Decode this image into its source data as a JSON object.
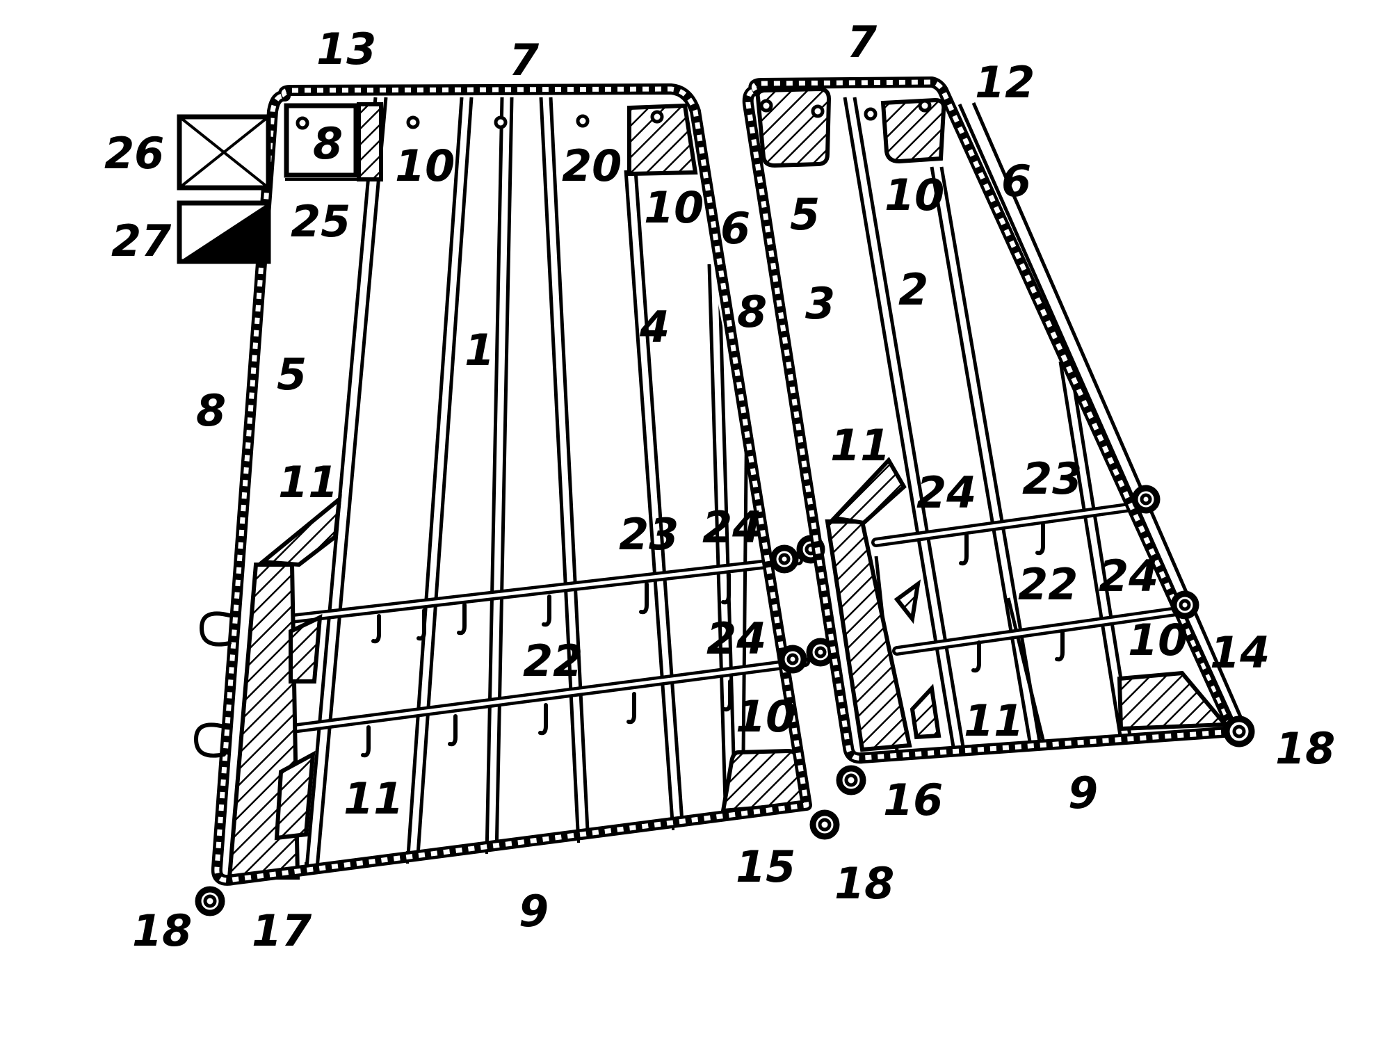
{
  "labels": {
    "l13": "13",
    "l7a": "7",
    "l7b": "7",
    "l12": "12",
    "l26": "26",
    "l27": "27",
    "l8a": "8",
    "l8b": "8",
    "l8c": "8",
    "l25": "25",
    "l10a": "10",
    "l10b": "10",
    "l10c": "10",
    "l10d": "10",
    "l10e": "10",
    "l20": "20",
    "l6a": "6",
    "l6b": "6",
    "l5a": "5",
    "l5b": "5",
    "l3": "3",
    "l2": "2",
    "l1": "1",
    "l4": "4",
    "l11a": "11",
    "l11b": "11",
    "l11c": "11",
    "l11d": "11",
    "l23a": "23",
    "l23b": "23",
    "l24a": "24",
    "l24b": "24",
    "l24c": "24",
    "l24d": "24",
    "l22a": "22",
    "l22b": "22",
    "l14": "14",
    "l15": "15",
    "l16": "16",
    "l17": "17",
    "l18a": "18",
    "l18b": "18",
    "l18c": "18",
    "l9a": "9",
    "l9b": "9"
  }
}
